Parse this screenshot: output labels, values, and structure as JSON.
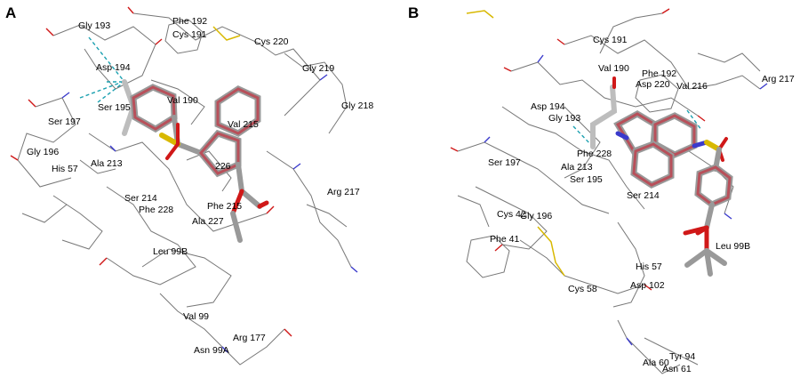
{
  "panels": [
    {
      "letter": "A",
      "labels": [
        "Gly 193",
        "Phe 192",
        "Cys 191",
        "Cys 220",
        "Asp 194",
        "Gly 219",
        "Val 190",
        "Ser 195",
        "Gly 218",
        "Ser 197",
        "Val 215",
        "Gly 196",
        "His 57",
        "Ala 213",
        "226",
        "Arg 217",
        "Ser 214",
        "Phe 228",
        "Phe 215",
        "Ala 227",
        "Leu 99B",
        "Val 99",
        "Arg 177",
        "Asn 99A"
      ]
    },
    {
      "letter": "B",
      "labels": [
        "Cys 191",
        "Val 190",
        "Phe 192",
        "Asp 220",
        "Val 216",
        "Arg 217",
        "Asp 194",
        "Gly 193",
        "Phe 228",
        "Ser 197",
        "Ala 213",
        "Ser 195",
        "Ser 214",
        "Cys 42",
        "Gly 196",
        "Phe 41",
        "Leu 99B",
        "His 57",
        "Asp 102",
        "Cys 58",
        "Ala 60",
        "Tyr 94",
        "Asn 61"
      ]
    }
  ],
  "colors": {
    "carbon": "#8c8c8c",
    "carbon_light": "#c8c8c8",
    "aromatic": "#b8505a",
    "oxygen": "#d01818",
    "nitrogen": "#3a3acc",
    "sulfur": "#d8b800",
    "hbond": "#1aa0b0"
  }
}
